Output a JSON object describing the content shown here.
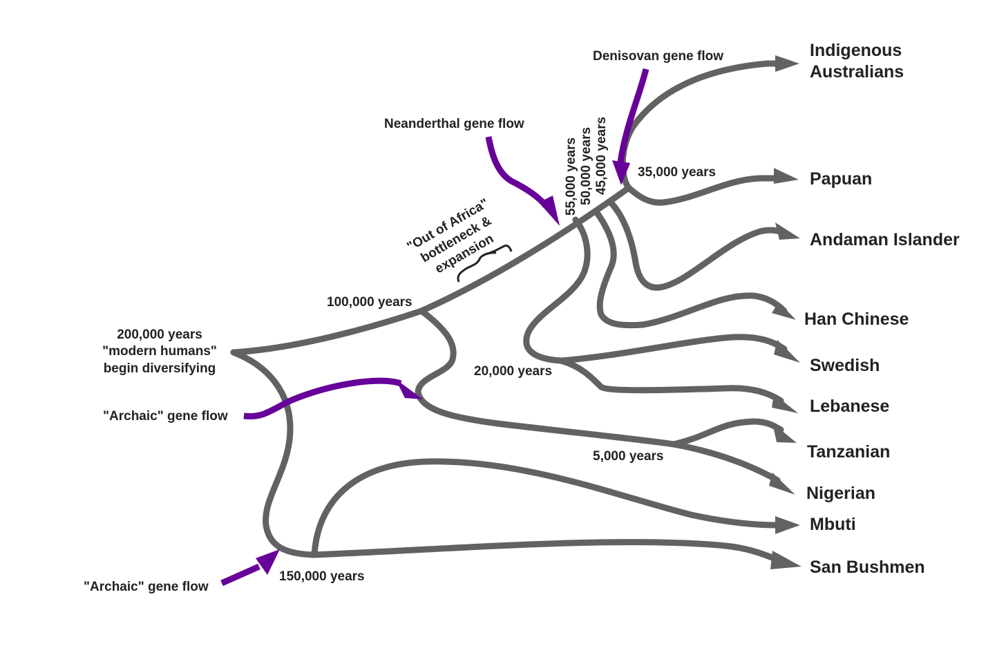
{
  "diagram": {
    "type": "phylogenetic-tree",
    "title": "",
    "colors": {
      "lineage": "#626262",
      "gene_flow": "#660099",
      "text": "#222222"
    },
    "populations": [
      "Indigenous Australians",
      "Papuan",
      "Andaman Islander",
      "Han Chinese",
      "Swedish",
      "Lebanese",
      "Tanzanian",
      "Nigerian",
      "Mbuti",
      "San Bushmen"
    ],
    "population_lines": {
      "indigenous_1": "Indigenous",
      "indigenous_2": "Australians"
    },
    "time_labels": {
      "root_1": "200,000 years",
      "root_2": "\"modern humans\"",
      "root_3": "begin diversifying",
      "t150k": "150,000 years",
      "t100k": "100,000 years",
      "t55k": "55,000 years",
      "t50k": "50,000 years",
      "t45k": "45,000 years",
      "t35k": "35,000 years",
      "t20k": "20,000 years",
      "t5k": "5,000 years"
    },
    "annotations": {
      "ooa_1": "\"Out of Africa\"",
      "ooa_2": "bottleneck &",
      "ooa_3": "expansion"
    },
    "gene_flows": {
      "denisovan": "Denisovan gene flow",
      "neanderthal": "Neanderthal gene flow",
      "archaic_upper": "\"Archaic\" gene flow",
      "archaic_lower": "\"Archaic\" gene flow"
    }
  }
}
